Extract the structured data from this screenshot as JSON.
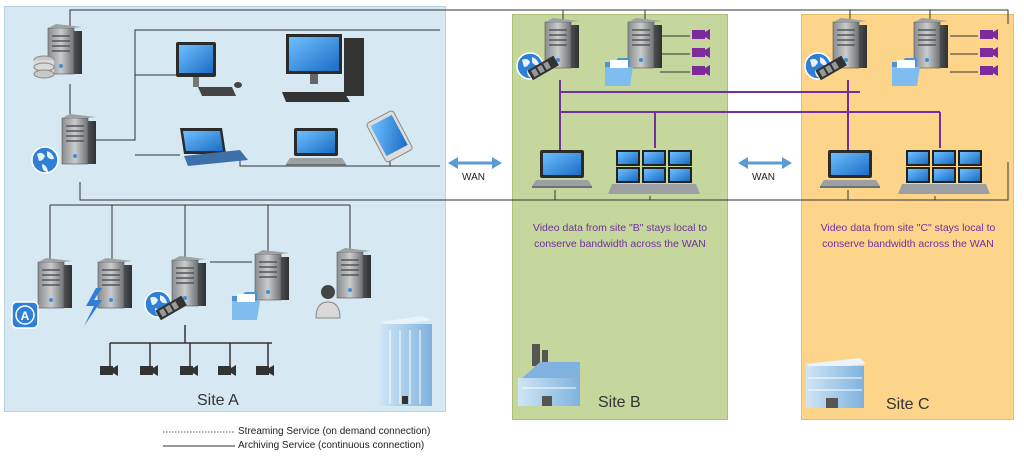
{
  "sites": [
    {
      "id": "a",
      "label": "Site A"
    },
    {
      "id": "b",
      "label": "Site B",
      "note_line1": "Video data from site \"B\" stays local to",
      "note_line2": "conserve bandwidth across the WAN"
    },
    {
      "id": "c",
      "label": "Site C",
      "note_line1": "Video data from site \"C\" stays local to",
      "note_line2": "conserve bandwidth across the WAN"
    }
  ],
  "wan": [
    {
      "label": "WAN"
    },
    {
      "label": "WAN"
    }
  ],
  "legend": {
    "streaming": "Streaming Service (on demand connection)",
    "archiving": "Archiving Service (continuous connection)"
  },
  "colors": {
    "site_a_bg": "#d6e9f2",
    "site_b_bg": "#c5d79c",
    "site_c_bg": "#fcd58a",
    "local_video_link": "#7030a0",
    "wan_arrow": "#5b9bd5"
  }
}
